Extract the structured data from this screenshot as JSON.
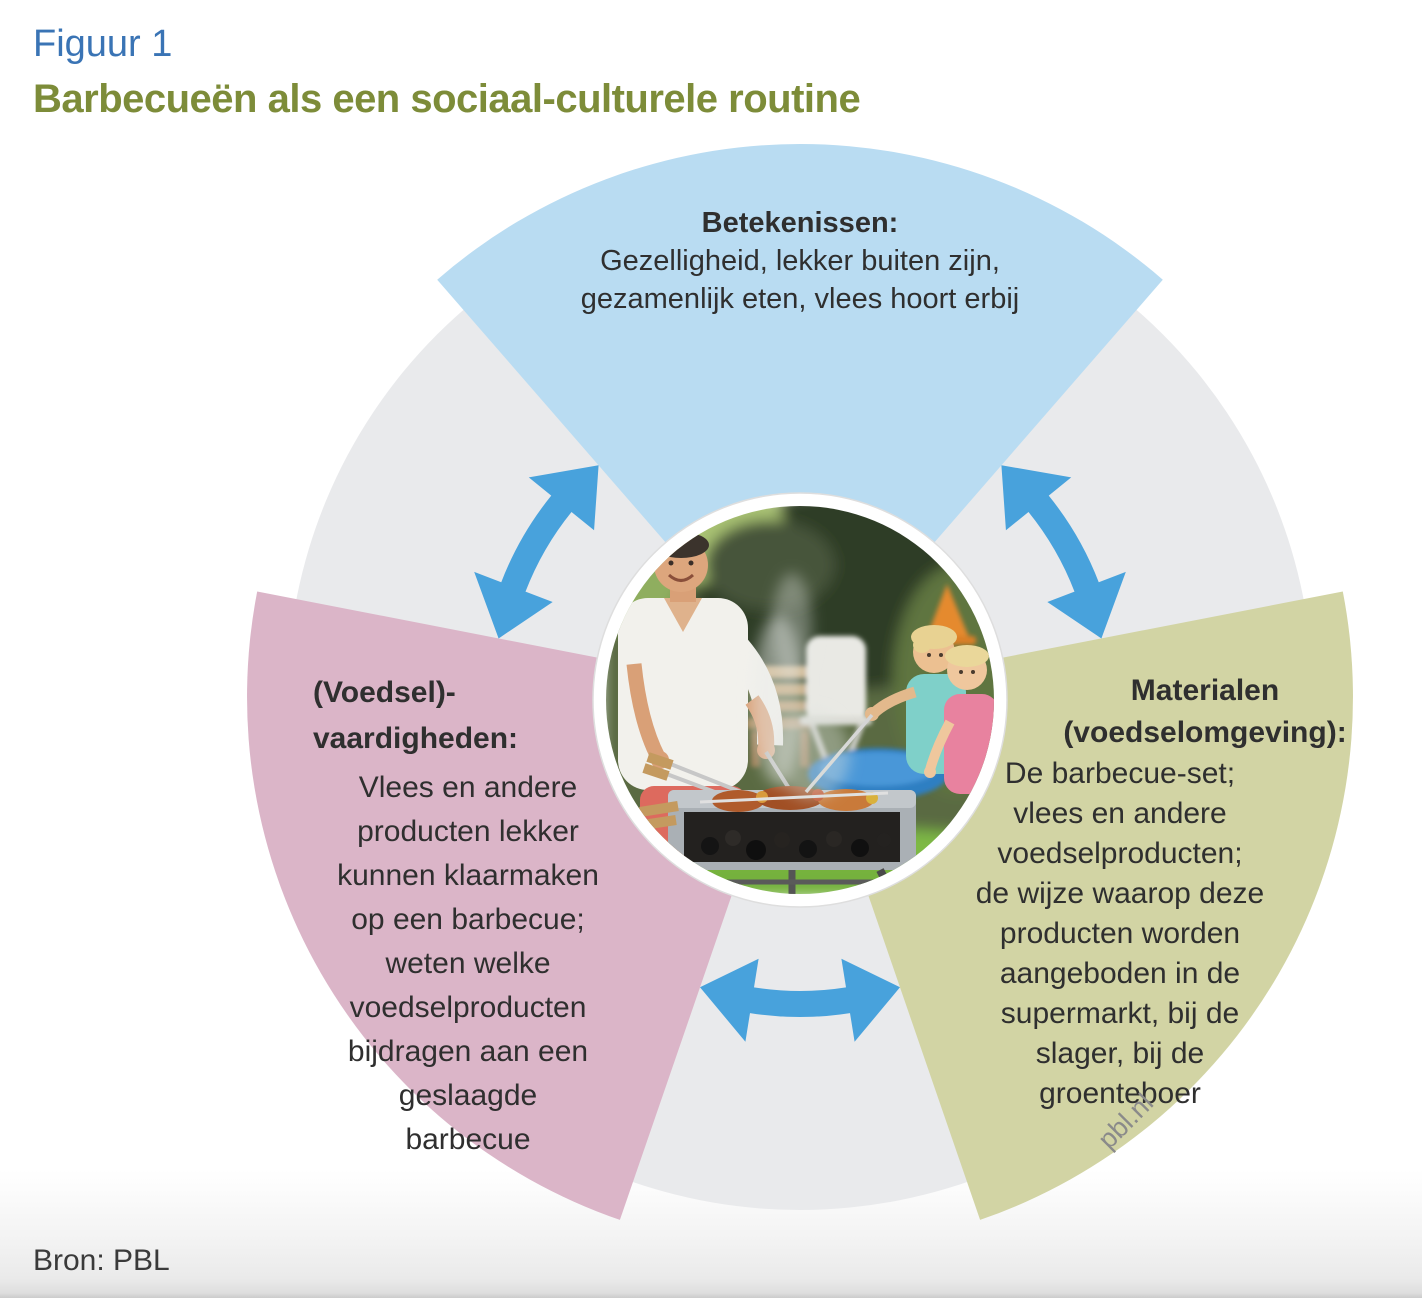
{
  "header": {
    "figure_label": "Figuur 1",
    "title": "Barbecueën als een sociaal-culturele routine"
  },
  "diagram": {
    "wedge_top": {
      "heading": "Betekenissen:",
      "body": "Gezelligheid, lekker buiten zijn,\ngezamenlijk eten, vlees hoort erbij"
    },
    "wedge_left": {
      "heading": "(Voedsel)-\nvaardigheden:",
      "body": "Vlees en andere\nproducten lekker\nkunnen klaarmaken\nop een barbecue;\nweten welke\nvoedselproducten\nbijdragen aan een\ngeslaagde\nbarbecue"
    },
    "wedge_right": {
      "heading": "Materialen\n(voedselomgeving):",
      "body": "De barbecue-set;\nvlees en andere\nvoedselproducten;\nde wijze waarop deze\nproducten worden\naangeboden in de\nsupermarkt, bij de\nslager, bij de\ngroenteboer"
    },
    "watermark": "pbl.nl",
    "center_photo_description": "Man en twee kinderen aan het barbecueën in de tuin"
  },
  "footer": {
    "source": "Bron: PBL"
  },
  "colors": {
    "figure-blue": "#3a74b5",
    "title-green": "#7d8c39",
    "wedge-blue": "#b9dcf2",
    "wedge-pink": "#dbb5c8",
    "wedge-olive": "#d2d4a4",
    "circle-gray": "#e9eaec",
    "arrow-blue": "#48a2dc",
    "text-dark": "#2f2f2f",
    "watermark-gray": "#8a8a8a"
  }
}
